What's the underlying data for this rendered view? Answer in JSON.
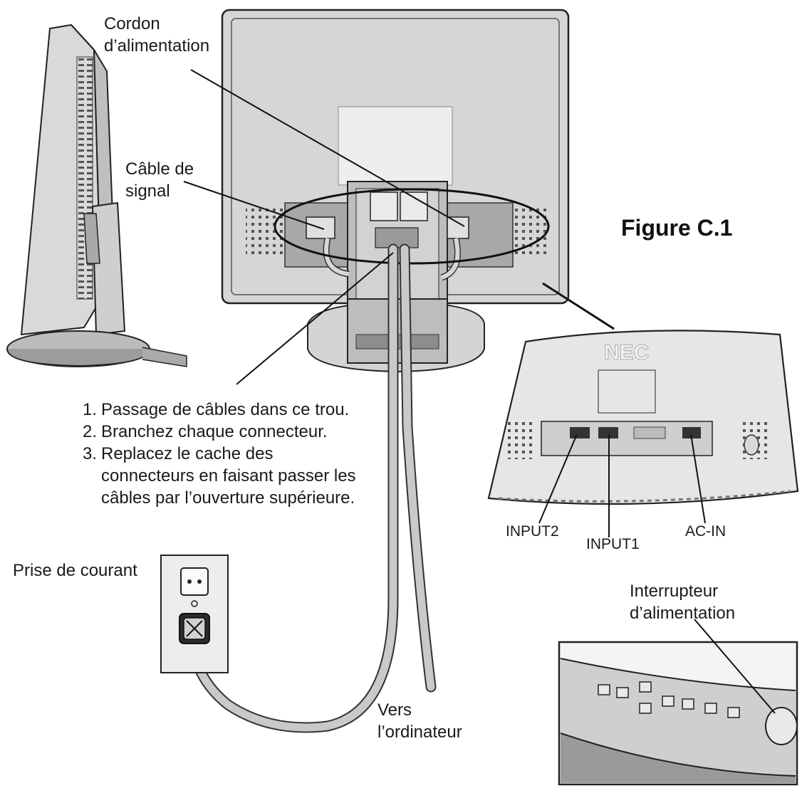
{
  "figure": {
    "title": "Figure C.1"
  },
  "labels": {
    "power_cord": [
      "Cordon",
      "d’alimentation"
    ],
    "signal_cable": [
      "Câble de",
      "signal"
    ],
    "outlet": "Prise de courant",
    "to_computer": [
      "Vers",
      "l’ordinateur"
    ],
    "power_switch": [
      "Interrupteur",
      "d’alimentation"
    ],
    "input2": "INPUT2",
    "input1": "INPUT1",
    "ac_in": "AC-IN",
    "logo": "NEC"
  },
  "steps": [
    {
      "num": "1.",
      "lines": [
        "Passage de câbles dans ce trou."
      ]
    },
    {
      "num": "2.",
      "lines": [
        "Branchez chaque connecteur."
      ]
    },
    {
      "num": "3.",
      "lines": [
        "Replacez le cache des",
        "connecteurs en faisant passer les",
        "câbles par l’ouverture supérieure."
      ]
    }
  ]
}
